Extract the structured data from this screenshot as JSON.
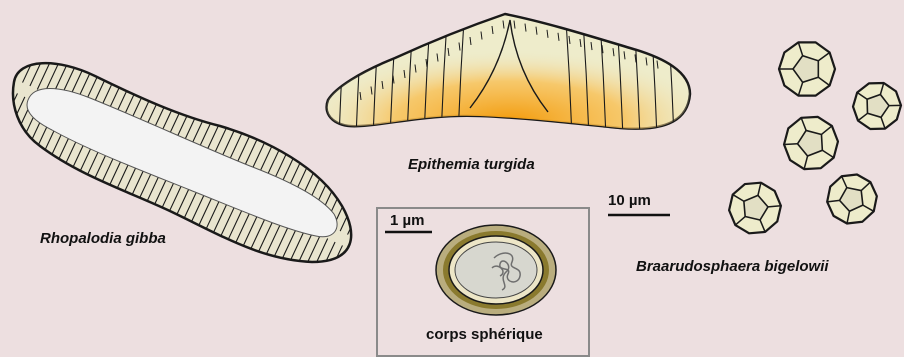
{
  "labels": {
    "rhopalodia": "Rhopalodia gibba",
    "epithemia": "Epithemia turgida",
    "braarudosphaera": "Braarudosphaera bigelowii",
    "spheroid": "corps sphérique"
  },
  "scale_bars": {
    "large": "10 µm",
    "small": "1 µm"
  },
  "colors": {
    "background": "#eddfe0",
    "diatom_fill": "#e9e5cf",
    "outline": "#1a1a1a",
    "rhopalodia_inner": "#f3f3f3",
    "epithemia_glow": "#f6a31a",
    "spheroid_ring": "#8a7a2e",
    "inset_border": "#8a8a8a"
  }
}
